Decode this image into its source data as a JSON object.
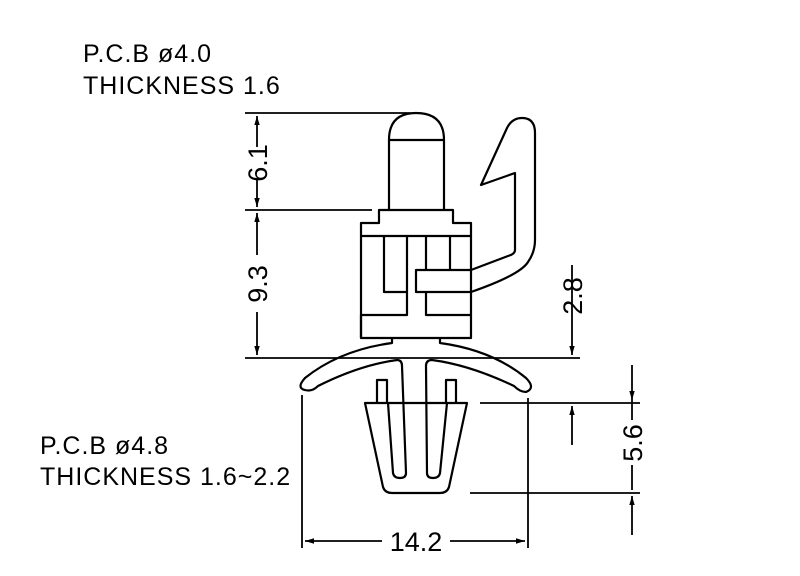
{
  "top_spec": {
    "pcb_hole": "P.C.B  ø4.0",
    "thickness": "THICKNESS  1.6"
  },
  "bottom_spec": {
    "pcb_hole": "P.C.B  ø4.8",
    "thickness": "THICKNESS  1.6~2.2"
  },
  "dimensions": {
    "top_height": "6.1",
    "body_height": "9.3",
    "skirt_gap": "2.8",
    "clip_height": "5.6",
    "skirt_width": "14.2"
  },
  "colors": {
    "line": "#000000",
    "background": "#ffffff"
  }
}
